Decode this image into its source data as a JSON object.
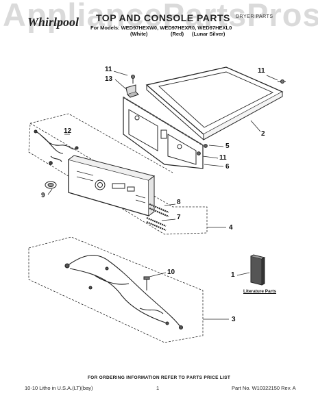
{
  "watermark": "AppliancePartsPros",
  "header": {
    "brand": "Whirlpool",
    "title": "TOP AND CONSOLE PARTS",
    "product": "DRYER PARTS",
    "models_line": "For Models: WED97HEXW0, WED97HEXR0, WED97HEXL0",
    "colors": [
      "(White)",
      "(Red)",
      "(Lunar Silver)"
    ]
  },
  "callouts": {
    "c1": "1",
    "c2": "2",
    "c3": "3",
    "c4": "4",
    "c5": "5",
    "c6": "6",
    "c7": "7",
    "c8": "8",
    "c9": "9",
    "c10": "10",
    "c11a": "11",
    "c11b": "11",
    "c11c": "11",
    "c12": "12",
    "c13": "13"
  },
  "literature_label": "Literature Parts",
  "footer": {
    "ordering_note": "FOR ORDERING INFORMATION REFER TO PARTS PRICE LIST",
    "litho": "10-10 Litho in U.S.A.(LT)(bay)",
    "page_number": "1",
    "part_number": "Part No. W10322150 Rev. A"
  }
}
